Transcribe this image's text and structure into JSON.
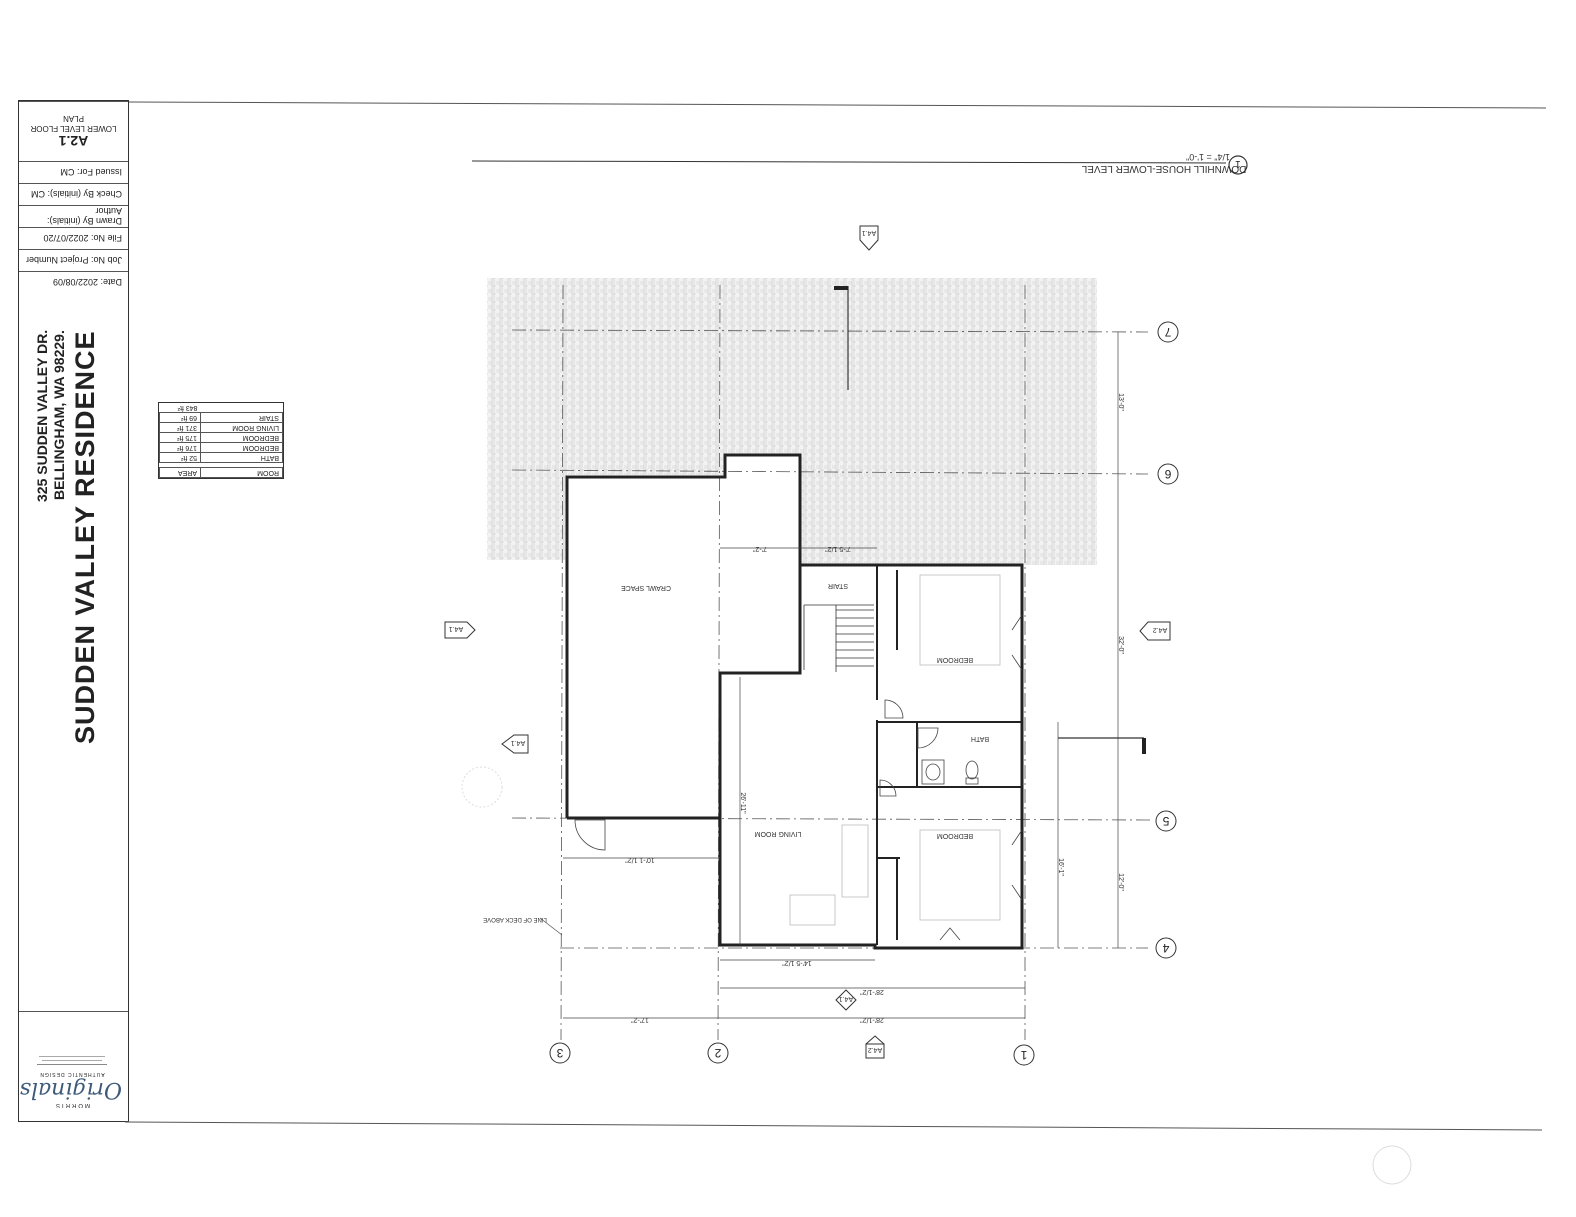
{
  "title_block": {
    "sheet_number": "A2.1",
    "sheet_name": "LOWER LEVEL FLOOR PLAN",
    "issued_for": "Issued For: CM",
    "check_by": "Check By (initials): CM",
    "drawn_by": "Drawn By (initials): Author",
    "file_no": "File No: 2022/07/20",
    "job_no": "Job No: Project Number",
    "date": "Date: 2022/08/09"
  },
  "project": {
    "name": "SUDDEN VALLEY RESIDENCE",
    "address_line1": "325 SUDDEN VALLEY DR.",
    "address_line2": "BELLINGHAM, WA 98229."
  },
  "firm": {
    "brand": "Originals",
    "prefix": "MORRIS",
    "tagline": "AUTHENTIC DESIGN"
  },
  "room_schedule": {
    "headers": [
      "ROOM",
      "AREA"
    ],
    "rows": [
      [
        "BATH",
        "52 ft²"
      ],
      [
        "BEDROOM",
        "176 ft²"
      ],
      [
        "BEDROOM",
        "175 ft²"
      ],
      [
        "LIVING ROOM",
        "371 ft²"
      ],
      [
        "STAIR",
        "69 ft²"
      ]
    ],
    "total": "843 ft²"
  },
  "drawing": {
    "view_number": "1",
    "view_title": "DOWNHILL HOUSE-LOWER LEVEL",
    "scale": "1/4\" = 1'-0\"",
    "rooms": {
      "bedroom_upper": "BEDROOM",
      "bedroom_lower": "BEDROOM",
      "bath": "BATH",
      "living": "LIVING ROOM",
      "stair": "STAIR",
      "crawl": "CRAWL SPACE"
    },
    "grid_labels": [
      "7",
      "6",
      "5",
      "4",
      "3",
      "2",
      "1"
    ],
    "section_tags": [
      "A4.1",
      "A4.1",
      "A4.1",
      "A4.2",
      "A4.2",
      "A4.1"
    ],
    "dimensions": {
      "d1": "17'-2\"",
      "d2": "28'-1/2\"",
      "d3": "28'-1/2\"",
      "d4": "14'-5 1/2\"",
      "d5": "10'-1 1/2\"",
      "d6": "7'-2\"",
      "d7": "7'-5 1/2\"",
      "d8": "13'-0\"",
      "d9": "32'-0\"",
      "d10": "12'-0\"",
      "d11": "16'-1\"",
      "d12": "26'-11\""
    },
    "note": "LINE OF DECK ABOVE"
  }
}
